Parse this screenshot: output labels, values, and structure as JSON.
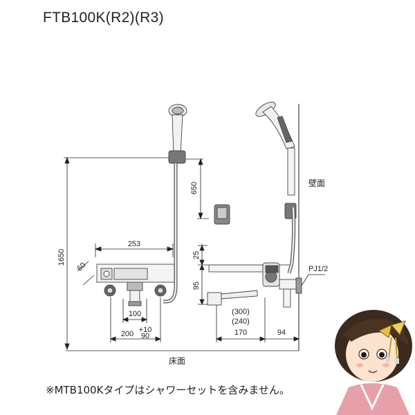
{
  "title": "FTB100K(R2)(R3)",
  "labels": {
    "wall": "壁面",
    "floor": "床面",
    "pipe_thread": "PJ1/2"
  },
  "dimensions": {
    "d1650": "1650",
    "d650": "650",
    "d253": "253",
    "d60": "60",
    "d25": "25",
    "d95": "95",
    "d100": "100",
    "d200": "200",
    "tol_plus": "+10",
    "tol_minus": "90",
    "d300": "(300)",
    "d240": "(240)",
    "d170": "170",
    "d94": "94"
  },
  "note": "※MTB100Kタイプはシャワーセットを含みません。"
}
